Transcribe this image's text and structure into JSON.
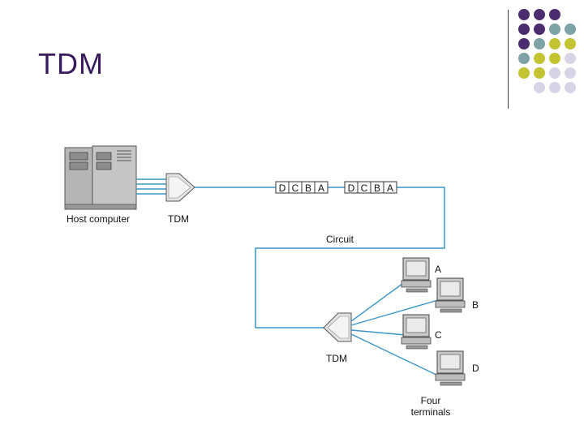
{
  "slide": {
    "title": "TDM",
    "accent_colors": {
      "purple": "#4b2c6e",
      "teal": "#7da3a6",
      "olive": "#c3c334",
      "lavender": "#d6d4e6"
    }
  },
  "diagram": {
    "host_label": "Host computer",
    "tdm_left_label": "TDM",
    "frame1": [
      "D",
      "C",
      "B",
      "A"
    ],
    "frame2": [
      "D",
      "C",
      "B",
      "A"
    ],
    "circuit_label": "Circuit",
    "tdm_right_label": "TDM",
    "terminals": [
      {
        "label": "A"
      },
      {
        "label": "B"
      },
      {
        "label": "C"
      },
      {
        "label": "D"
      }
    ],
    "terminals_caption": [
      "Four",
      "terminals"
    ],
    "link_color": "#3a96c8"
  }
}
